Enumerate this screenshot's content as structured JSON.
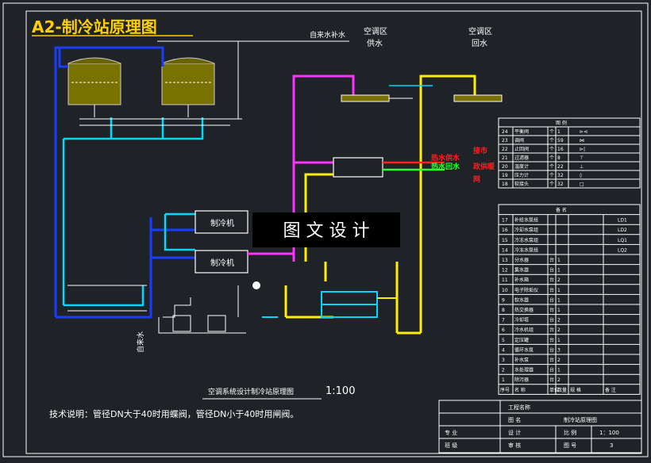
{
  "title": "A2-制冷站原理图",
  "labels": {
    "tap_water": "自来水补水",
    "ac_supply": "空调区\n供水",
    "ac_return": "空调区\n回水",
    "chiller_1": "制冷机",
    "chiller_2": "制冷机",
    "hot_supply": "热水供水",
    "hot_return": "热水回水",
    "to_heat": "接市\n政供暖\n网",
    "tap_side": "自来水"
  },
  "watermark": "图 文 设 计",
  "drawing_caption": "空调系统设计制冷站原理图",
  "scale": "1:100",
  "tech_note": "技术说明：管径DN大于40时用蝶阀，管径DN小于40时用闸阀。",
  "legend_table": {
    "header": "图    例",
    "rows": [
      [
        "24",
        "平衡阀",
        "个",
        "1",
        "⊳⊲"
      ],
      [
        "23",
        "调阀",
        "个",
        "59",
        "⋈"
      ],
      [
        "22",
        "止回阀",
        "个",
        "16",
        "⊳|"
      ],
      [
        "21",
        "过滤器",
        "个",
        "8",
        "⊤"
      ],
      [
        "20",
        "温度计",
        "个",
        "22",
        "⊥"
      ],
      [
        "19",
        "压力计",
        "个",
        "32",
        "◊"
      ],
      [
        "18",
        "软接头",
        "个",
        "32",
        "□"
      ]
    ]
  },
  "equipment_table": {
    "header": "备    名",
    "rows": [
      [
        "17",
        "补给水泵组",
        "",
        "",
        "",
        "LD1"
      ],
      [
        "16",
        "冷却水泵组",
        "",
        "",
        "",
        "LD2"
      ],
      [
        "15",
        "冷冻水泵组",
        "",
        "",
        "",
        "LQ1"
      ],
      [
        "14",
        "冷冻水泵组",
        "",
        "",
        "",
        "LQ2"
      ],
      [
        "13",
        "分水器",
        "台",
        "1",
        "",
        ""
      ],
      [
        "12",
        "集水器",
        "台",
        "1",
        "",
        ""
      ],
      [
        "11",
        "补水箱",
        "台",
        "2",
        "",
        ""
      ],
      [
        "10",
        "电子除垢仪",
        "台",
        "1",
        "",
        ""
      ],
      [
        "9",
        "软水器",
        "台",
        "1",
        "",
        ""
      ],
      [
        "8",
        "热交换器",
        "台",
        "1",
        "",
        ""
      ],
      [
        "7",
        "冷却塔",
        "台",
        "2",
        "",
        ""
      ],
      [
        "6",
        "冷水机组",
        "台",
        "2",
        "",
        ""
      ],
      [
        "5",
        "定压罐",
        "台",
        "1",
        "",
        ""
      ],
      [
        "4",
        "循环水泵",
        "台",
        "3",
        "",
        ""
      ],
      [
        "3",
        "补水泵",
        "台",
        "2",
        "",
        ""
      ],
      [
        "2",
        "水处理器",
        "台",
        "1",
        "",
        ""
      ],
      [
        "1",
        "除污器",
        "台",
        "2",
        "",
        ""
      ]
    ],
    "footer": [
      "序号",
      "名  称",
      "单位",
      "数量",
      "规    格",
      "备  注"
    ]
  },
  "title_block": {
    "project_label": "工程名称",
    "drawing_label": "图   名",
    "drawing_name": "制冷站原理图",
    "major_label": "专   业",
    "design_label": "设   计",
    "scale_label": "比  例",
    "scale_value": "1：100",
    "class_label": "班   级",
    "check_label": "审   核",
    "sheet_label": "图  号",
    "sheet_value": "3"
  },
  "colors": {
    "background": "#1f2227",
    "frame": "#ffffff",
    "cooling_water": "#1a3cff",
    "chilled_water": "#00d8ff",
    "hot_water": "#ff33ff",
    "return_water": "#ffee00",
    "title_yellow": "#ffd000",
    "red": "#ff2020",
    "green": "#30ff30"
  }
}
